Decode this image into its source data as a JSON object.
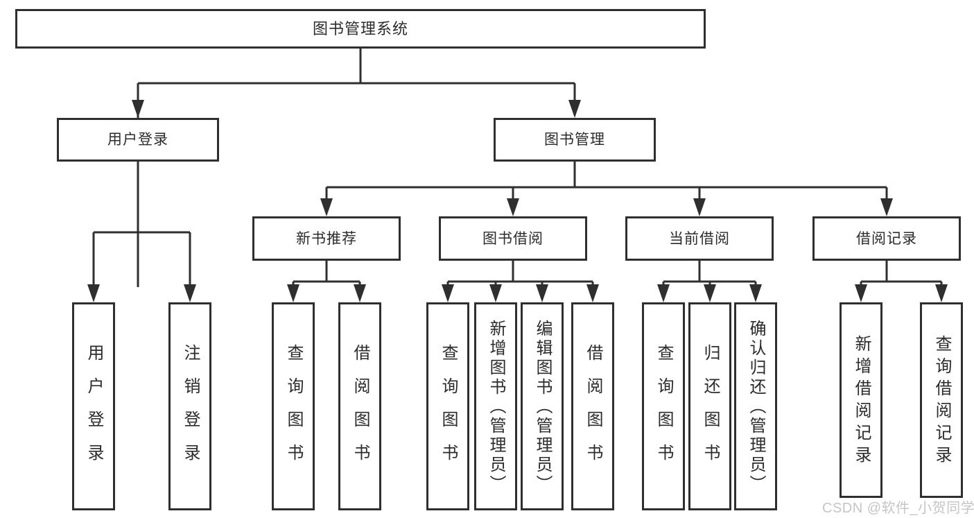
{
  "diagram": {
    "root": {
      "label": "图书管理系统"
    },
    "branches": [
      {
        "label": "用户登录",
        "children": [
          {
            "label": "用户登录"
          },
          {
            "label": "注销登录"
          }
        ]
      },
      {
        "label": "图书管理",
        "children": [
          {
            "label": "新书推荐",
            "children": [
              {
                "label": "查询图书"
              },
              {
                "label": "借阅图书"
              }
            ]
          },
          {
            "label": "图书借阅",
            "children": [
              {
                "label": "查询图书"
              },
              {
                "label": "新增图书（管理员）"
              },
              {
                "label": "编辑图书（管理员）"
              },
              {
                "label": "借阅图书"
              }
            ]
          },
          {
            "label": "当前借阅",
            "children": [
              {
                "label": "查询图书"
              },
              {
                "label": "归还图书"
              },
              {
                "label": "确认归还（管理员）"
              }
            ]
          },
          {
            "label": "借阅记录",
            "children": [
              {
                "label": "新增借阅记录"
              },
              {
                "label": "查询借阅记录"
              }
            ]
          }
        ]
      }
    ]
  },
  "watermark": {
    "text": "CSDN @软件_小贺同学",
    "color": "#c5c5c5"
  },
  "colors": {
    "line": "#2f2f2f",
    "box_border": "#2f2f2f",
    "text": "#2b2b2b",
    "background": "#ffffff"
  }
}
